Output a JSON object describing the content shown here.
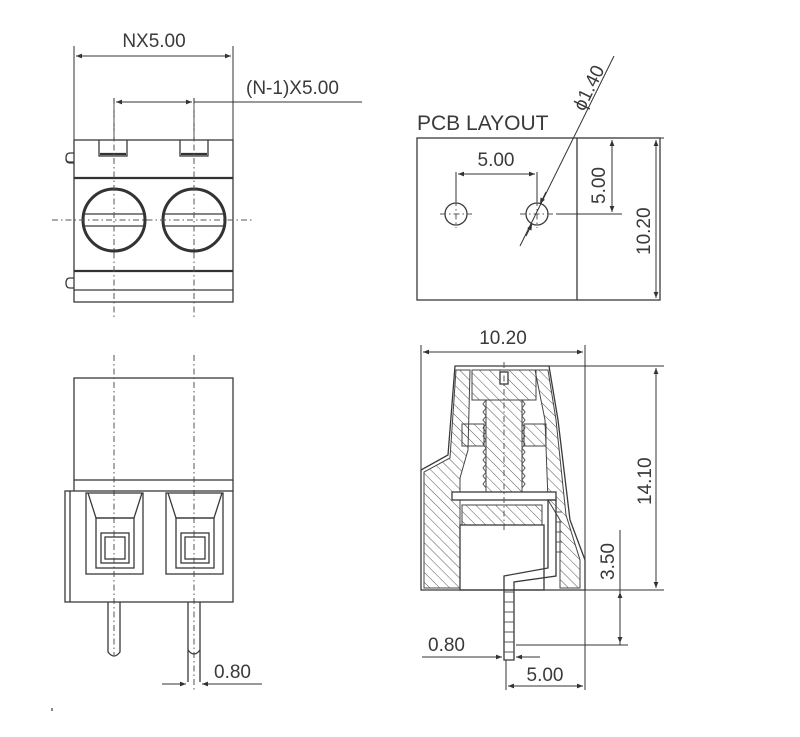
{
  "drawing": {
    "subject": "2-pole PCB screw terminal block, 5.00 mm pitch",
    "views": {
      "top_view": {
        "dim_overall_width": "NX5.00",
        "dim_pitch": "(N-1)X5.00"
      },
      "front_view": {
        "dim_pin_width": "0.80"
      },
      "pcb_layout": {
        "title": "PCB LAYOUT",
        "dim_hole_pitch": "5.00",
        "dim_hole_diameter": "ϕ1.40",
        "dim_hole_offset": "5.00",
        "dim_depth": "10.20"
      },
      "side_section": {
        "dim_width": "10.20",
        "dim_height": "14.10",
        "dim_pin_length": "3.50",
        "dim_pin_width": "0.80",
        "dim_pin_offset": "5.00"
      }
    }
  }
}
